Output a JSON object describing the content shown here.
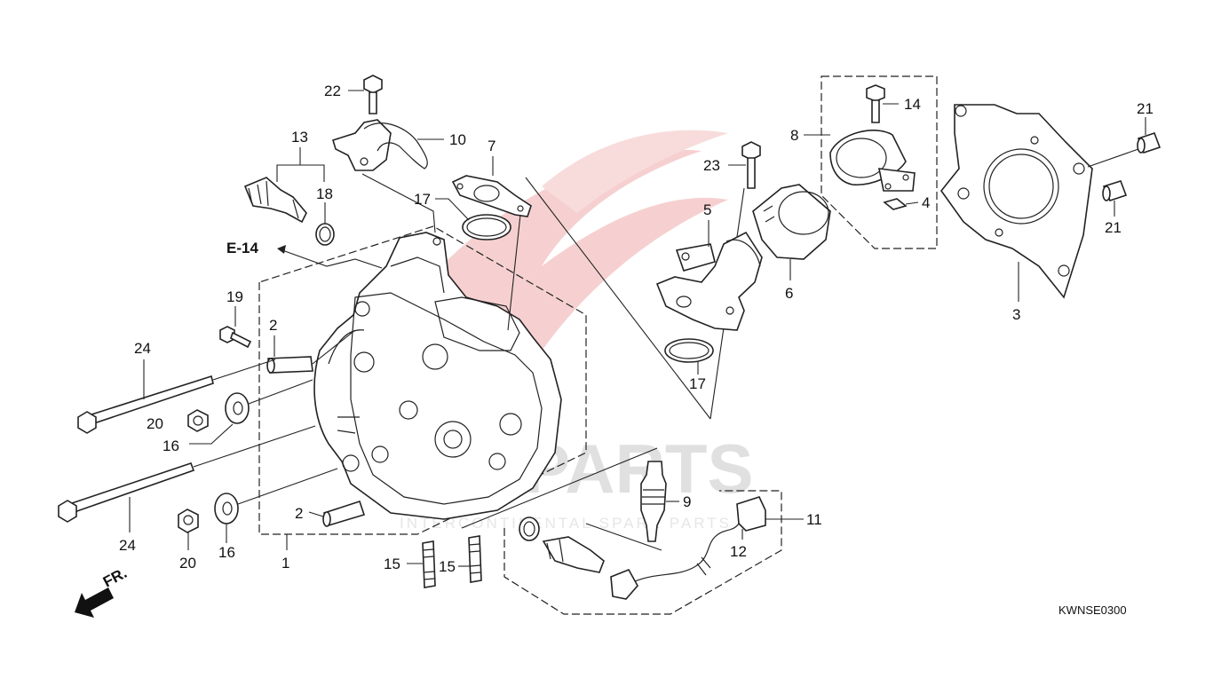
{
  "diagram": {
    "reference_label": "E-14",
    "direction_label": "FR.",
    "diagram_code": "KWNSE0300",
    "watermark": {
      "main": "PARTS",
      "sub": "INTERCONTINENTAL SPARE PARTS"
    },
    "callouts": {
      "c1": "1",
      "c2a": "2",
      "c2b": "2",
      "c3": "3",
      "c4": "4",
      "c5": "5",
      "c6": "6",
      "c7": "7",
      "c8": "8",
      "c9": "9",
      "c10": "10",
      "c11": "11",
      "c12": "12",
      "c13": "13",
      "c14": "14",
      "c15a": "15",
      "c15b": "15",
      "c16a": "16",
      "c16b": "16",
      "c17a": "17",
      "c17b": "17",
      "c18": "18",
      "c19": "19",
      "c20a": "20",
      "c20b": "20",
      "c21a": "21",
      "c21b": "21",
      "c22": "22",
      "c23": "23",
      "c24a": "24",
      "c24b": "24"
    }
  }
}
